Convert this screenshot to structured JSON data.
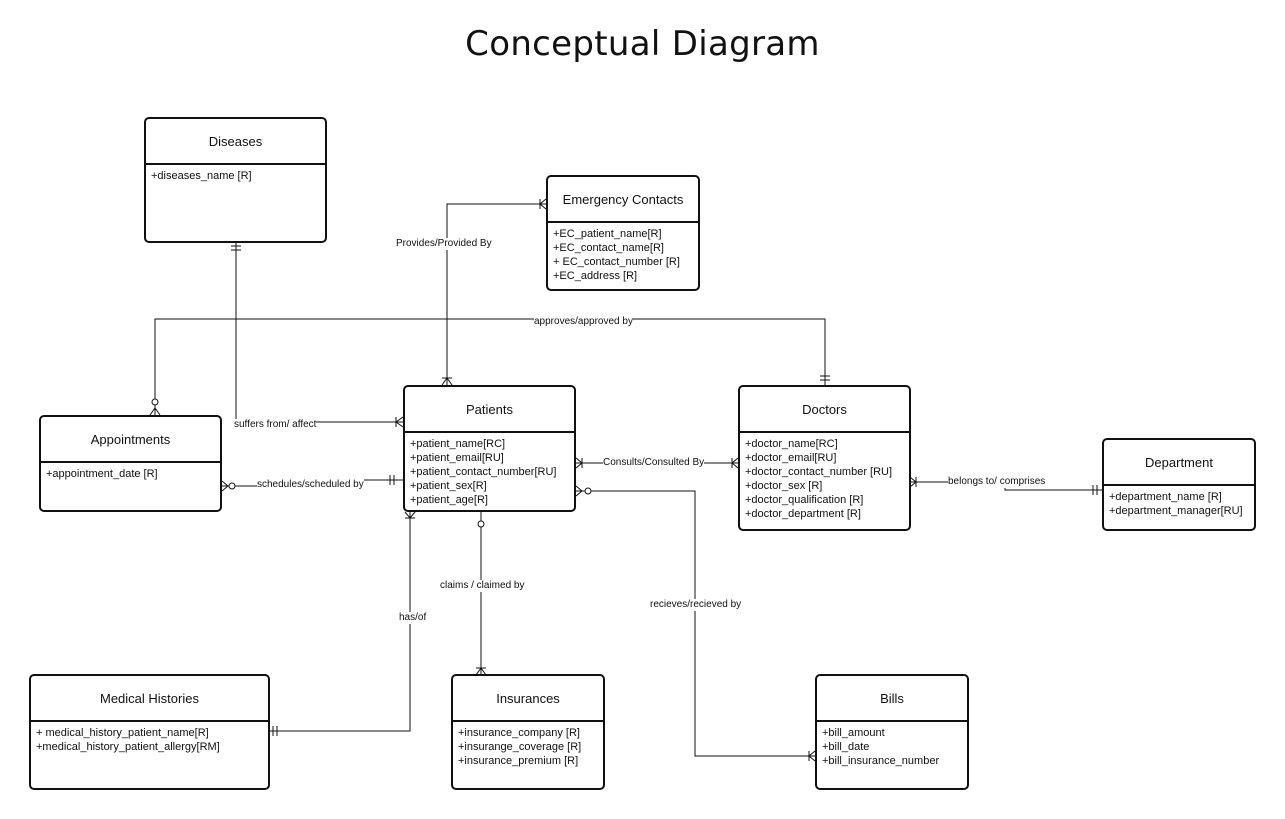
{
  "title": "Conceptual Diagram",
  "entities": [
    {
      "id": "diseases",
      "name": "Diseases",
      "attributes": [
        "+diseases_name [R]"
      ]
    },
    {
      "id": "emergency",
      "name": "Emergency Contacts",
      "attributes": [
        "+EC_patient_name[R]",
        "+EC_contact_name[R]",
        "+ EC_contact_number [R]",
        "+EC_address [R]"
      ]
    },
    {
      "id": "appointments",
      "name": "Appointments",
      "attributes": [
        "+appointment_date [R]"
      ]
    },
    {
      "id": "patients",
      "name": "Patients",
      "attributes": [
        "+patient_name[RC]",
        "+patient_email[RU]",
        "+patient_contact_number[RU]",
        "+patient_sex[R]",
        "+patient_age[R]"
      ]
    },
    {
      "id": "doctors",
      "name": "Doctors",
      "attributes": [
        "+doctor_name[RC]",
        "+doctor_email[RU]",
        "+doctor_contact_number [RU]",
        "+doctor_sex [R]",
        "+doctor_qualification [R]",
        "+doctor_department [R]"
      ]
    },
    {
      "id": "department",
      "name": "Department",
      "attributes": [
        "+department_name [R]",
        "+department_manager[RU]"
      ]
    },
    {
      "id": "medical",
      "name": "Medical Histories",
      "attributes": [
        "+ medical_history_patient_name[R]",
        "+medical_history_patient_allergy[RM]"
      ]
    },
    {
      "id": "insurances",
      "name": "Insurances",
      "attributes": [
        "+insurance_company [R]",
        "+insurange_coverage [R]",
        "+insurance_premium [R]"
      ]
    },
    {
      "id": "bills",
      "name": "Bills",
      "attributes": [
        "+bill_amount",
        "+bill_date",
        "+bill_insurance_number"
      ]
    }
  ],
  "relationships": [
    {
      "id": "provides",
      "label": "Provides/Provided By"
    },
    {
      "id": "approves",
      "label": "approves/approved by"
    },
    {
      "id": "suffers",
      "label": "suffers from/ affect"
    },
    {
      "id": "schedules",
      "label": "schedules/scheduled by"
    },
    {
      "id": "consults",
      "label": "Consults/Consulted By"
    },
    {
      "id": "belongs",
      "label": "belongs to/ comprises"
    },
    {
      "id": "claims",
      "label": "claims / claimed by"
    },
    {
      "id": "has",
      "label": "has/of"
    },
    {
      "id": "receives",
      "label": "recieves/recieved by"
    }
  ]
}
